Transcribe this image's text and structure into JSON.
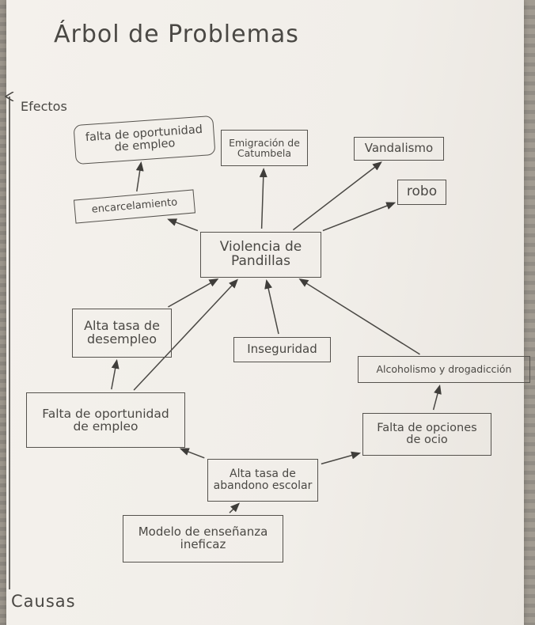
{
  "title": "Árbol de Problemas",
  "axis": {
    "top_label": "Efectos",
    "bottom_label": "Causas"
  },
  "nodes": {
    "falta_oportunidad_efecto": {
      "lines": [
        "falta de oportunidad",
        "de empleo"
      ]
    },
    "emigracion": {
      "lines": [
        "Emigración de",
        "Catumbela"
      ]
    },
    "vandalismo": {
      "lines": [
        "Vandalismo"
      ]
    },
    "robo": {
      "lines": [
        "robo"
      ]
    },
    "encarcelamiento": {
      "lines": [
        "encarcelamiento"
      ]
    },
    "violencia": {
      "lines": [
        "Violencia de",
        "Pandillas"
      ]
    },
    "alta_tasa_desempleo": {
      "lines": [
        "Alta tasa de",
        "desempleo"
      ]
    },
    "inseguridad": {
      "lines": [
        "Inseguridad"
      ]
    },
    "alcoholismo": {
      "lines": [
        "Alcoholismo y drogadicción"
      ]
    },
    "falta_oportunidad_causa": {
      "lines": [
        "Falta de oportunidad",
        "de empleo"
      ]
    },
    "falta_opciones_ocio": {
      "lines": [
        "Falta de opciones",
        "de ocio"
      ]
    },
    "alta_tasa_abandono": {
      "lines": [
        "Alta tasa de",
        "abandono escolar"
      ]
    },
    "modelo_ensenanza": {
      "lines": [
        "Modelo de enseñanza",
        "ineficaz"
      ]
    }
  },
  "edges": [
    [
      "encarcelamiento",
      "falta_oportunidad_efecto"
    ],
    [
      "violencia",
      "encarcelamiento"
    ],
    [
      "violencia",
      "emigracion"
    ],
    [
      "violencia",
      "vandalismo"
    ],
    [
      "violencia",
      "robo"
    ],
    [
      "alta_tasa_desempleo",
      "violencia"
    ],
    [
      "inseguridad",
      "violencia"
    ],
    [
      "falta_oportunidad_causa",
      "violencia"
    ],
    [
      "alcoholismo",
      "violencia"
    ],
    [
      "falta_oportunidad_causa",
      "alta_tasa_desempleo"
    ],
    [
      "alta_tasa_abandono",
      "falta_oportunidad_causa"
    ],
    [
      "alta_tasa_abandono",
      "falta_opciones_ocio"
    ],
    [
      "falta_opciones_ocio",
      "alcoholismo"
    ],
    [
      "modelo_ensenanza",
      "alta_tasa_abandono"
    ]
  ],
  "colors": {
    "ink": "#4a4844",
    "paper": "#f3f0eb"
  }
}
